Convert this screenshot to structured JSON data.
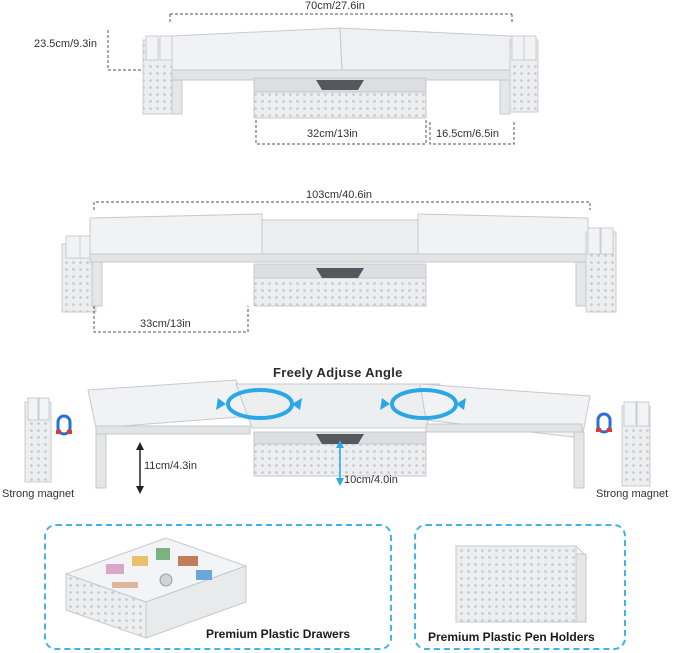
{
  "section1": {
    "width_label": "70cm/27.6in",
    "depth_label": "23.5cm/9.3in",
    "drawer_label": "32cm/13in",
    "side_label": "16.5cm/6.5in"
  },
  "section2": {
    "width_label": "103cm/40.6in",
    "side_label": "33cm/13in"
  },
  "section3": {
    "angle_title": "Freely Adjuse Angle",
    "height_label": "11cm/4.3in",
    "drawer_height_label": "10cm/4.0in",
    "magnet_left": "Strong magnet",
    "magnet_right": "Strong magnet"
  },
  "panels": {
    "drawers_caption": "Premium Plastic Drawers",
    "holders_caption": "Premium Plastic Pen Holders"
  },
  "colors": {
    "accent_blue": "#2aa7e8",
    "panel_border": "#41b3e6",
    "product_gray": "#e6e7e9",
    "magnet_red": "#e23b2e"
  }
}
